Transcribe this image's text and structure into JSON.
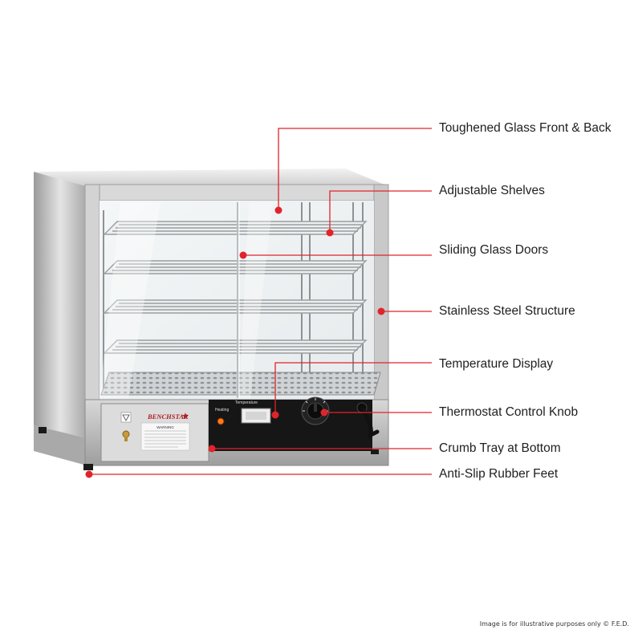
{
  "callouts": [
    {
      "label": "Toughened Glass Front & Back"
    },
    {
      "label": "Adjustable Shelves"
    },
    {
      "label": "Sliding Glass Doors"
    },
    {
      "label": "Stainless Steel Structure"
    },
    {
      "label": "Temperature Display"
    },
    {
      "label": "Thermostat Control Knob"
    },
    {
      "label": "Crumb Tray at Bottom"
    },
    {
      "label": "Anti-Slip Rubber Feet"
    }
  ],
  "panel": {
    "brand": "BENCHSTAR",
    "heating_label": "Heating",
    "temperature_label": "Temperature",
    "warning_title": "WARNING"
  },
  "disclaimer": "Image is for illustrative purposes only  © F.E.D.",
  "colors": {
    "leader_line": "#e0242c",
    "steel": "#c9c9c9",
    "panel_black": "#161616"
  }
}
